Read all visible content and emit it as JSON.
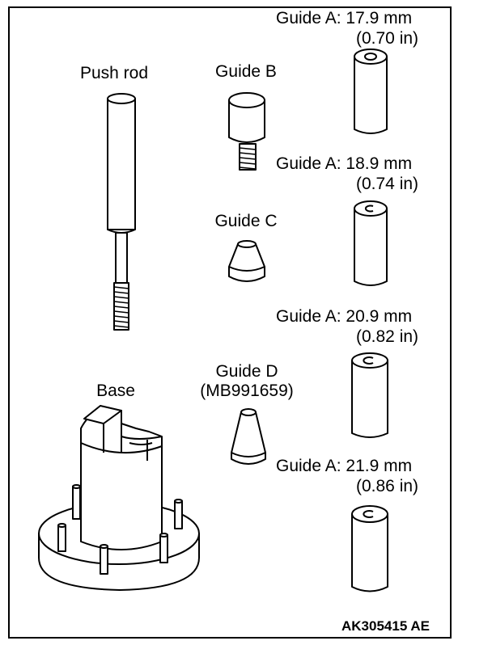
{
  "labels": {
    "push_rod": "Push rod",
    "guide_b": "Guide B",
    "guide_c": "Guide C",
    "guide_d": "Guide D",
    "guide_d_part": "(MB991659)",
    "base": "Base"
  },
  "guides_a": [
    {
      "size": "Guide A: 17.9 mm",
      "inches": "(0.70 in)"
    },
    {
      "size": "Guide A: 18.9 mm",
      "inches": "(0.74 in)"
    },
    {
      "size": "Guide A: 20.9 mm",
      "inches": "(0.82 in)"
    },
    {
      "size": "Guide A: 21.9 mm",
      "inches": "(0.86 in)"
    }
  ],
  "figure_code": "AK305415 AE"
}
